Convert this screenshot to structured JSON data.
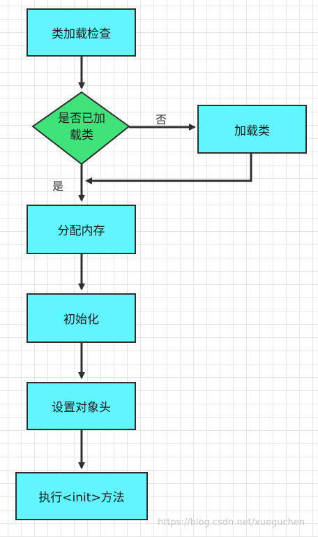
{
  "nodes": {
    "class_load_check": "类加载检查",
    "is_loaded": {
      "line1": "是否已加",
      "line2": "载类"
    },
    "load_class": "加载类",
    "allocate_memory": "分配内存",
    "initialize": "初始化",
    "set_object_header": "设置对象头",
    "execute_init": "执行<init>方法"
  },
  "edges": {
    "no_label": "否",
    "yes_label": "是"
  },
  "colors": {
    "process_fill": "#62f5ff",
    "decision_fill": "#3fe37a",
    "stroke": "#2f2f2f",
    "grid": "#e6e6e6"
  },
  "watermark": "https://blog.csdn.net/xueguchen"
}
